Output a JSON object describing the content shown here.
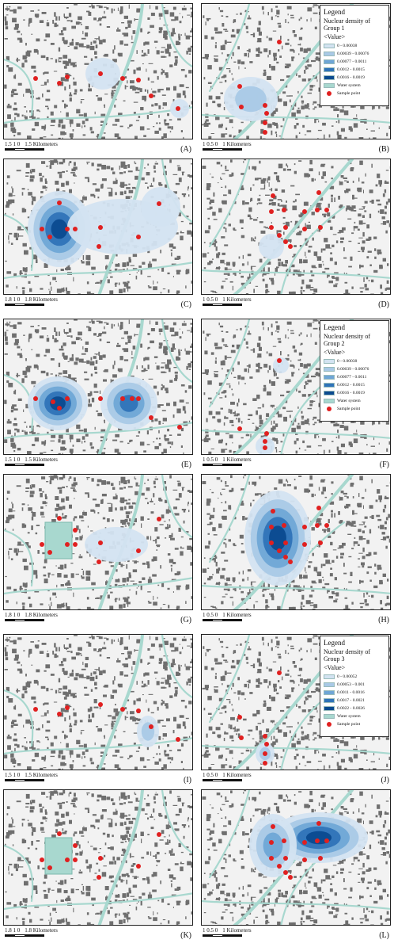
{
  "legend_common": {
    "title": "Legend",
    "value_label": "<Value>",
    "water_label": "Water system",
    "sample_label": "Sample point"
  },
  "legends": [
    {
      "group": "Nuclear density of Group 1",
      "classes": [
        "0 - 0.00038",
        "0.00039 - 0.00076",
        "0.00077 - 0.0011",
        "0.0012 - 0.0015",
        "0.0016 - 0.0019"
      ]
    },
    {
      "group": "Nuclear density of Group 2",
      "classes": [
        "0 - 0.00038",
        "0.00039 - 0.00076",
        "0.00077 - 0.0011",
        "0.0012 - 0.0015",
        "0.0016 - 0.0019"
      ]
    },
    {
      "group": "Nuclear density of Group 3",
      "classes": [
        "0 - 0.00052",
        "0.00053 - 0.001",
        "0.0011 - 0.0016",
        "0.0017 - 0.0021",
        "0.0022 - 0.0026"
      ]
    }
  ],
  "colors": {
    "buildings": "#6f6f6f",
    "water": "#a8d8cf",
    "density": [
      "#d3e3f1",
      "#a9c9e6",
      "#6fa6d6",
      "#2f73b8",
      "#0b4a8f"
    ],
    "sample": "#e02020"
  },
  "panels": [
    {
      "id": "A",
      "label": "(A)",
      "scale": {
        "ticks": "1.5 1 0",
        "unit": "1.5 Kilometers"
      }
    },
    {
      "id": "B",
      "label": "(B)",
      "scale": {
        "ticks": "1 0.5 0",
        "unit": "1 Kilometers"
      }
    },
    {
      "id": "C",
      "label": "(C)",
      "scale": {
        "ticks": "1.8 1 0",
        "unit": "1.8 Kilometers"
      }
    },
    {
      "id": "D",
      "label": "(D)",
      "scale": {
        "ticks": "1 0.5 0",
        "unit": "1 Kilometers"
      }
    },
    {
      "id": "E",
      "label": "(E)",
      "scale": {
        "ticks": "1.5 1 0",
        "unit": "1.5 Kilometers"
      }
    },
    {
      "id": "F",
      "label": "(F)",
      "scale": {
        "ticks": "1 0.5 0",
        "unit": "1 Kilometers"
      }
    },
    {
      "id": "G",
      "label": "(G)",
      "scale": {
        "ticks": "1.8 1 0",
        "unit": "1.8 Kilometers"
      }
    },
    {
      "id": "H",
      "label": "(H)",
      "scale": {
        "ticks": "1 0.5 0",
        "unit": "1 Kilometers"
      }
    },
    {
      "id": "I",
      "label": "(I)",
      "scale": {
        "ticks": "1.5 1 0",
        "unit": "1.5 Kilometers"
      }
    },
    {
      "id": "J",
      "label": "(J)",
      "scale": {
        "ticks": "1 0.5 0",
        "unit": "1 Kilometers"
      }
    },
    {
      "id": "K",
      "label": "(K)",
      "scale": {
        "ticks": "1.8 1 0",
        "unit": "1.8 Kilometers"
      }
    },
    {
      "id": "L",
      "label": "(L)",
      "scale": {
        "ticks": "1 0.5 0",
        "unit": "1 Kilometers"
      }
    }
  ]
}
